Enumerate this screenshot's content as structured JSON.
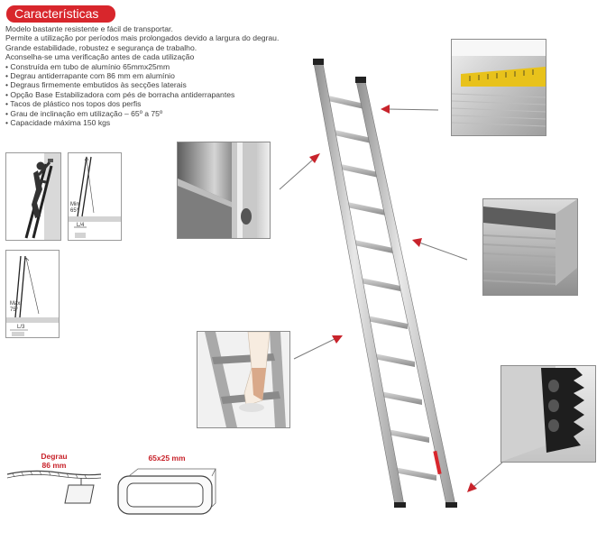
{
  "header": {
    "title": "Características"
  },
  "description": {
    "lines": [
      "Modelo bastante resistente e fácil de transportar.",
      "Permite a utilização por períodos mais prolongados devido a largura do degrau.",
      "Grande estabilidade, robustez e segurança de trabalho.",
      "Aconselha-se uma verificação antes de cada utilização"
    ],
    "bullets": [
      "• Construída em tubo de alumínio 65mmx25mm",
      "• Degrau antiderrapante com 86 mm em alumínio",
      "• Degraus firmemente embutidos às secções laterais",
      "• Opção Base Estabilizadora com pés de borracha antiderrapantes",
      "• Tacos de plástico nos topos dos perfis",
      "• Grau de inclinação em utilização – 65º a 75º",
      "• Capacidade máxima 150 kgs"
    ]
  },
  "diagrams": {
    "angle_min": {
      "label_line1": "Min",
      "label_line2": "65°",
      "ratio": "L/4"
    },
    "angle_max": {
      "label_line1": "Max",
      "label_line2": "75°",
      "ratio": "L/3"
    }
  },
  "profiles": {
    "rung": {
      "label_line1": "Degrau",
      "label_line2": "86 mm"
    },
    "tube": {
      "label": "65x25 mm"
    }
  },
  "colors": {
    "accent": "#d8262c",
    "arrow": "#c8232b"
  }
}
